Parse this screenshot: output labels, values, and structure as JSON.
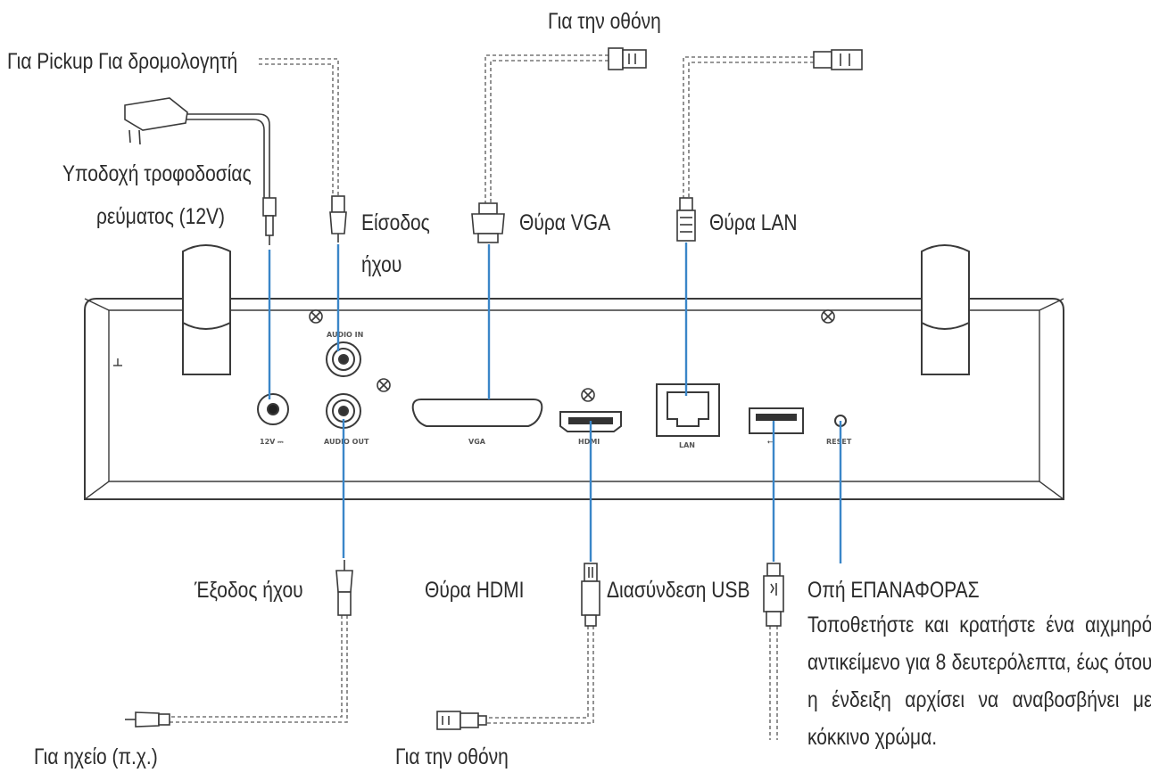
{
  "labels": {
    "pickup_router": "Για Pickup Για δρομολογητή",
    "monitor_top": "Για την οθόνη",
    "power_line1": "Υποδοχή τροφοδοσίας",
    "power_line2": "ρεύματος (12V)",
    "audio_in_line1": "Είσοδος",
    "audio_in_line2": "ήχου",
    "vga_port": "Θύρα VGA",
    "lan_port": "Θύρα LAN",
    "audio_out": "Έξοδος ήχου",
    "hdmi_port": "Θύρα HDMI",
    "usb_interface": "Διασύνδεση USB",
    "reset_hole": "Οπή ΕΠΑΝΑΦΟΡΑΣ",
    "reset_note": "Τοποθετήστε και κρατήστε ένα αιχμηρό αντικείμενο για 8 δευτερόλεπτα, έως ότου η ένδειξη αρχίσει να αναβοσβήνει με κόκκινο χρώμα.",
    "speaker": "Για ηχείο (π.χ.)",
    "monitor_bottom": "Για την οθόνη"
  },
  "panel_labels": {
    "power": "12V ⎓",
    "audio_in": "AUDIO IN",
    "audio_out": "AUDIO OUT",
    "vga": "VGA",
    "hdmi": "HDMI",
    "lan": "LAN",
    "usb": "⭠",
    "reset": "RESET"
  },
  "colors": {
    "lead_line": "#3a86c8",
    "device_outline": "#3a3a3a",
    "cable_dash": "#777777"
  }
}
